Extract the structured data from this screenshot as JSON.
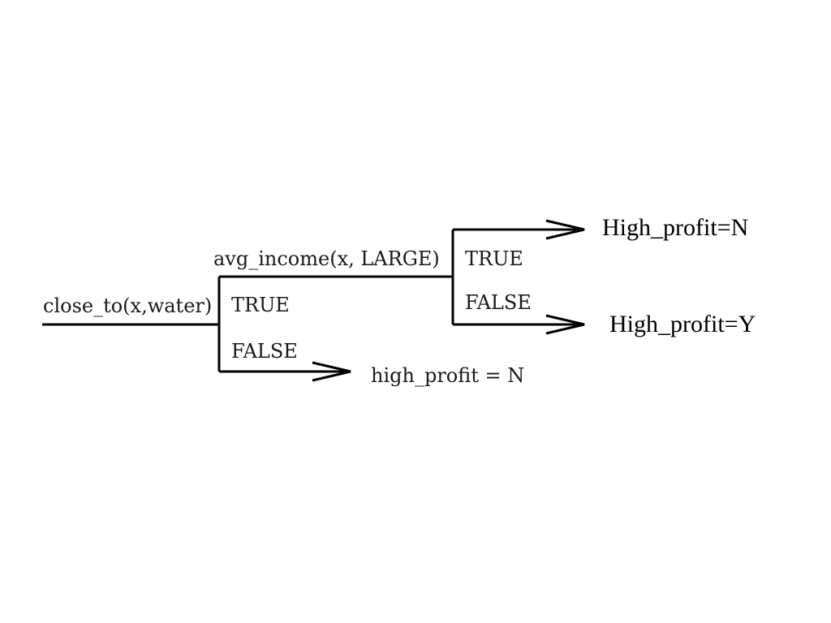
{
  "root": {
    "test": "close_to(x,water)",
    "true_label": "TRUE",
    "false_label": "FALSE",
    "false_leaf": "high_profit = N"
  },
  "inner": {
    "test": "avg_income(x, LARGE)",
    "true_label": "TRUE",
    "false_label": "FALSE",
    "true_leaf": "High_profit=N",
    "false_leaf": "High_profit=Y"
  }
}
